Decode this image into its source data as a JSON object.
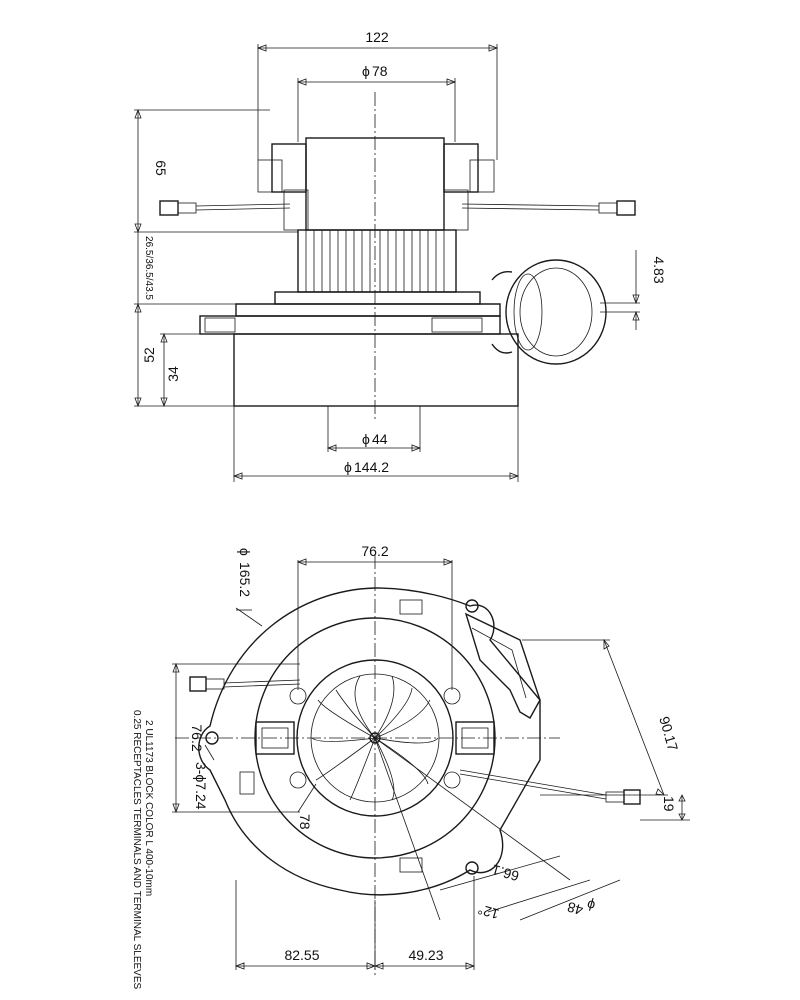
{
  "side_view": {
    "width_overall": "122",
    "top_diameter": "78",
    "height_top": "65",
    "heights_stack": "26.5/36.5/43.5",
    "outlet_offset": "4.83",
    "height_lower": "52",
    "height_base": "34",
    "bottom_diameter": "44",
    "flange_diameter": "144.2",
    "diameter_symbol": "ϕ"
  },
  "top_view": {
    "bolt_circle_width": "76.2",
    "outer_diameter": "165.2",
    "bolt_circle_height": "76.2",
    "mount_holes": "3-ϕ7.24",
    "inner_diameter": "78",
    "outlet_length": "90.17",
    "outlet_width": "19",
    "outlet_offset": "66.1",
    "outlet_diameter": "48",
    "outlet_angle": "12°",
    "left_extent": "82.55",
    "right_extent": "49.23",
    "note_line_1": "2 UL1173 BLOCK COLOR L 400-10mm",
    "note_line_2": "0.25 RECEPTACLES TERMINALS AND TERMINAL SLEEVES"
  }
}
